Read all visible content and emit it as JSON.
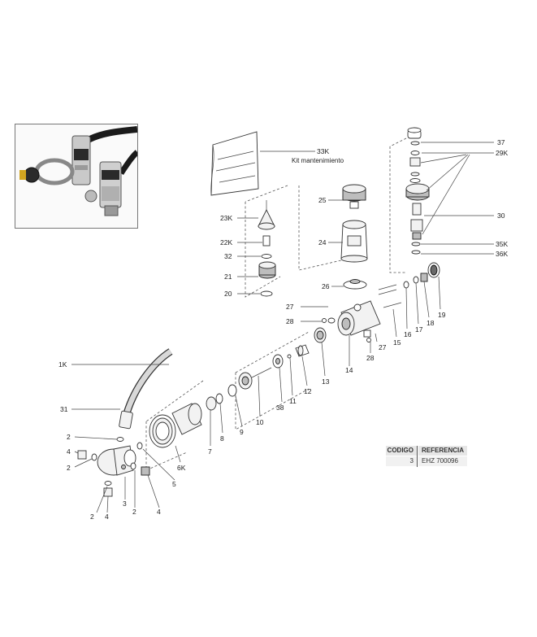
{
  "parts": {
    "p37": "37",
    "p29k": "29K",
    "p30": "30",
    "p35k": "35K",
    "p36k": "36K",
    "p33k": "33K",
    "kit": "Kit mantenimiento",
    "p25": "25",
    "p24": "24",
    "p26": "26",
    "p23k": "23K",
    "p22k": "22K",
    "p32": "32",
    "p21": "21",
    "p20": "20",
    "p27a": "27",
    "p28a": "28",
    "p27b": "27",
    "p28b": "28",
    "p19": "19",
    "p18": "18",
    "p17": "17",
    "p16": "16",
    "p15": "15",
    "p14": "14",
    "p13": "13",
    "p12": "12",
    "p11": "11",
    "p38": "38",
    "p10": "10",
    "p9": "9",
    "p8": "8",
    "p7": "7",
    "p6k": "6K",
    "p5": "5",
    "p1k": "1K",
    "p31": "31",
    "p2a": "2",
    "p4a": "4",
    "p2b": "2",
    "p2c": "2",
    "p4b": "4",
    "p3": "3",
    "p2d": "2",
    "p4c": "4"
  },
  "code_table": {
    "col1_header": "CODIGO",
    "col2_header": "REFERENCIA",
    "col1_value": "3",
    "col2_value": "EHZ 700096"
  },
  "colors": {
    "line": "#444444",
    "metal": "#f2f2f2",
    "dark": "#6a6a6a"
  }
}
